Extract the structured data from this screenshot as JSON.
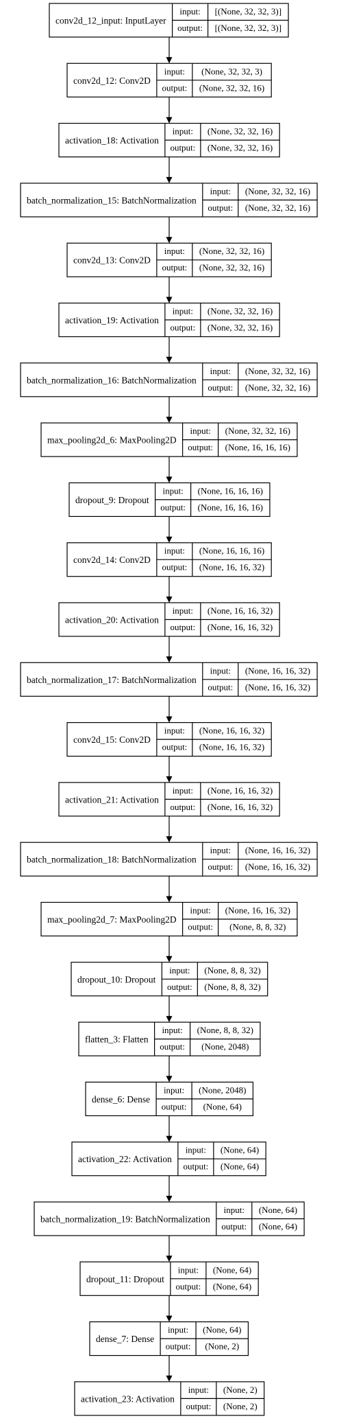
{
  "layers": [
    {
      "label": "conv2d_12_input: InputLayer",
      "input": "[(None, 32, 32, 3)]",
      "output": "[(None, 32, 32, 3)]"
    },
    {
      "label": "conv2d_12: Conv2D",
      "input": "(None, 32, 32, 3)",
      "output": "(None, 32, 32, 16)"
    },
    {
      "label": "activation_18: Activation",
      "input": "(None, 32, 32, 16)",
      "output": "(None, 32, 32, 16)"
    },
    {
      "label": "batch_normalization_15: BatchNormalization",
      "input": "(None, 32, 32, 16)",
      "output": "(None, 32, 32, 16)"
    },
    {
      "label": "conv2d_13: Conv2D",
      "input": "(None, 32, 32, 16)",
      "output": "(None, 32, 32, 16)"
    },
    {
      "label": "activation_19: Activation",
      "input": "(None, 32, 32, 16)",
      "output": "(None, 32, 32, 16)"
    },
    {
      "label": "batch_normalization_16: BatchNormalization",
      "input": "(None, 32, 32, 16)",
      "output": "(None, 32, 32, 16)"
    },
    {
      "label": "max_pooling2d_6: MaxPooling2D",
      "input": "(None, 32, 32, 16)",
      "output": "(None, 16, 16, 16)"
    },
    {
      "label": "dropout_9: Dropout",
      "input": "(None, 16, 16, 16)",
      "output": "(None, 16, 16, 16)"
    },
    {
      "label": "conv2d_14: Conv2D",
      "input": "(None, 16, 16, 16)",
      "output": "(None, 16, 16, 32)"
    },
    {
      "label": "activation_20: Activation",
      "input": "(None, 16, 16, 32)",
      "output": "(None, 16, 16, 32)"
    },
    {
      "label": "batch_normalization_17: BatchNormalization",
      "input": "(None, 16, 16, 32)",
      "output": "(None, 16, 16, 32)"
    },
    {
      "label": "conv2d_15: Conv2D",
      "input": "(None, 16, 16, 32)",
      "output": "(None, 16, 16, 32)"
    },
    {
      "label": "activation_21: Activation",
      "input": "(None, 16, 16, 32)",
      "output": "(None, 16, 16, 32)"
    },
    {
      "label": "batch_normalization_18: BatchNormalization",
      "input": "(None, 16, 16, 32)",
      "output": "(None, 16, 16, 32)"
    },
    {
      "label": "max_pooling2d_7: MaxPooling2D",
      "input": "(None, 16, 16, 32)",
      "output": "(None, 8, 8, 32)"
    },
    {
      "label": "dropout_10: Dropout",
      "input": "(None, 8, 8, 32)",
      "output": "(None, 8, 8, 32)"
    },
    {
      "label": "flatten_3: Flatten",
      "input": "(None, 8, 8, 32)",
      "output": "(None, 2048)"
    },
    {
      "label": "dense_6: Dense",
      "input": "(None, 2048)",
      "output": "(None, 64)"
    },
    {
      "label": "activation_22: Activation",
      "input": "(None, 64)",
      "output": "(None, 64)"
    },
    {
      "label": "batch_normalization_19: BatchNormalization",
      "input": "(None, 64)",
      "output": "(None, 64)"
    },
    {
      "label": "dropout_11: Dropout",
      "input": "(None, 64)",
      "output": "(None, 64)"
    },
    {
      "label": "dense_7: Dense",
      "input": "(None, 64)",
      "output": "(None, 2)"
    },
    {
      "label": "activation_23: Activation",
      "input": "(None, 2)",
      "output": "(None, 2)"
    }
  ],
  "port_labels": {
    "input": "input:",
    "output": "output:"
  }
}
